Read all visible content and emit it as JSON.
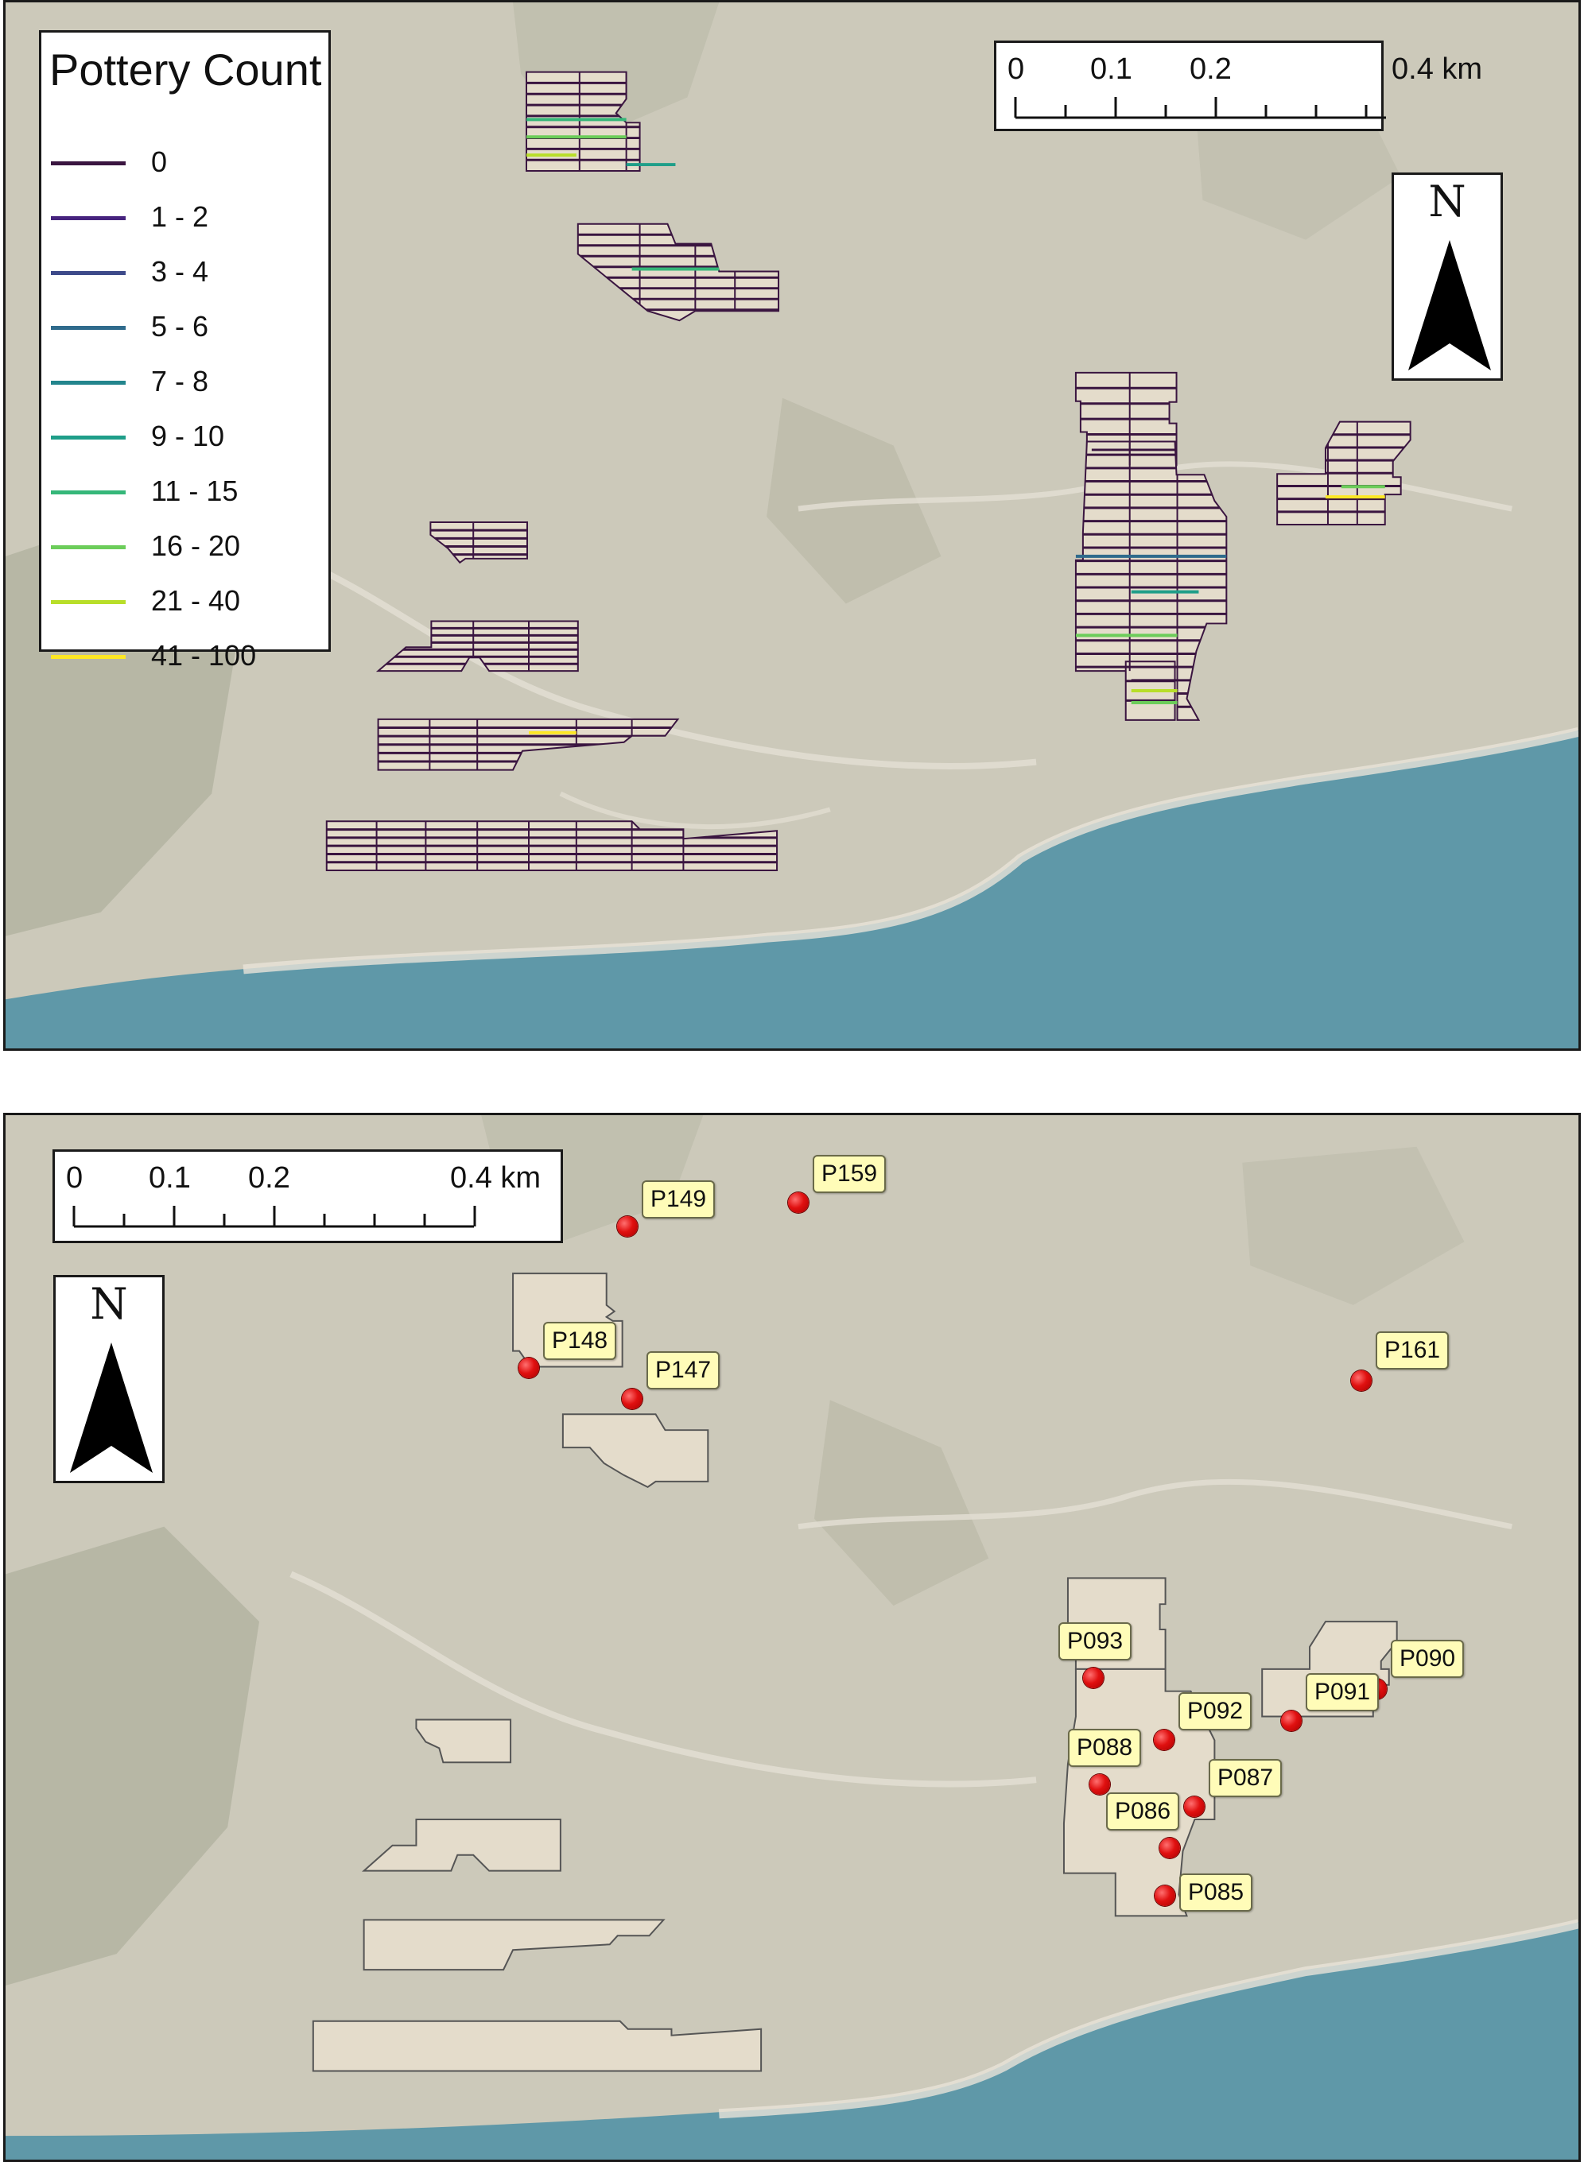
{
  "top_map": {
    "legend": {
      "title": "Pottery Count",
      "classes": [
        {
          "label": "0",
          "color": "#3a1540"
        },
        {
          "label": "1 - 2",
          "color": "#46237e"
        },
        {
          "label": "3 - 4",
          "color": "#3d4a8a"
        },
        {
          "label": "5 - 6",
          "color": "#2f6b8c"
        },
        {
          "label": "7 - 8",
          "color": "#23858d"
        },
        {
          "label": "9 - 10",
          "color": "#1f9e89"
        },
        {
          "label": "11 - 15",
          "color": "#35b779"
        },
        {
          "label": "16 - 20",
          "color": "#6ccd5a"
        },
        {
          "label": "21 - 40",
          "color": "#b8de29"
        },
        {
          "label": "41 - 100",
          "color": "#fde725"
        }
      ]
    },
    "scale_bar": {
      "labels": [
        "0",
        "0.1",
        "0.2",
        "0.4 km"
      ]
    },
    "north_arrow": {
      "label": "N"
    }
  },
  "bottom_map": {
    "scale_bar": {
      "labels": [
        "0",
        "0.1",
        "0.2",
        "0.4 km"
      ]
    },
    "north_arrow": {
      "label": "N"
    },
    "sites": [
      "P149",
      "P159",
      "P148",
      "P147",
      "P161",
      "P093",
      "P090",
      "P091",
      "P092",
      "P088",
      "P087",
      "P086",
      "P085"
    ]
  },
  "colors": {
    "sea": "#5f98a8",
    "land": "#c9c7b8",
    "survey_unit_fill": "#e4dccb",
    "transect_default": "#3a1540",
    "site_marker": "#e01010",
    "site_label_bg": "#fffcb8"
  }
}
